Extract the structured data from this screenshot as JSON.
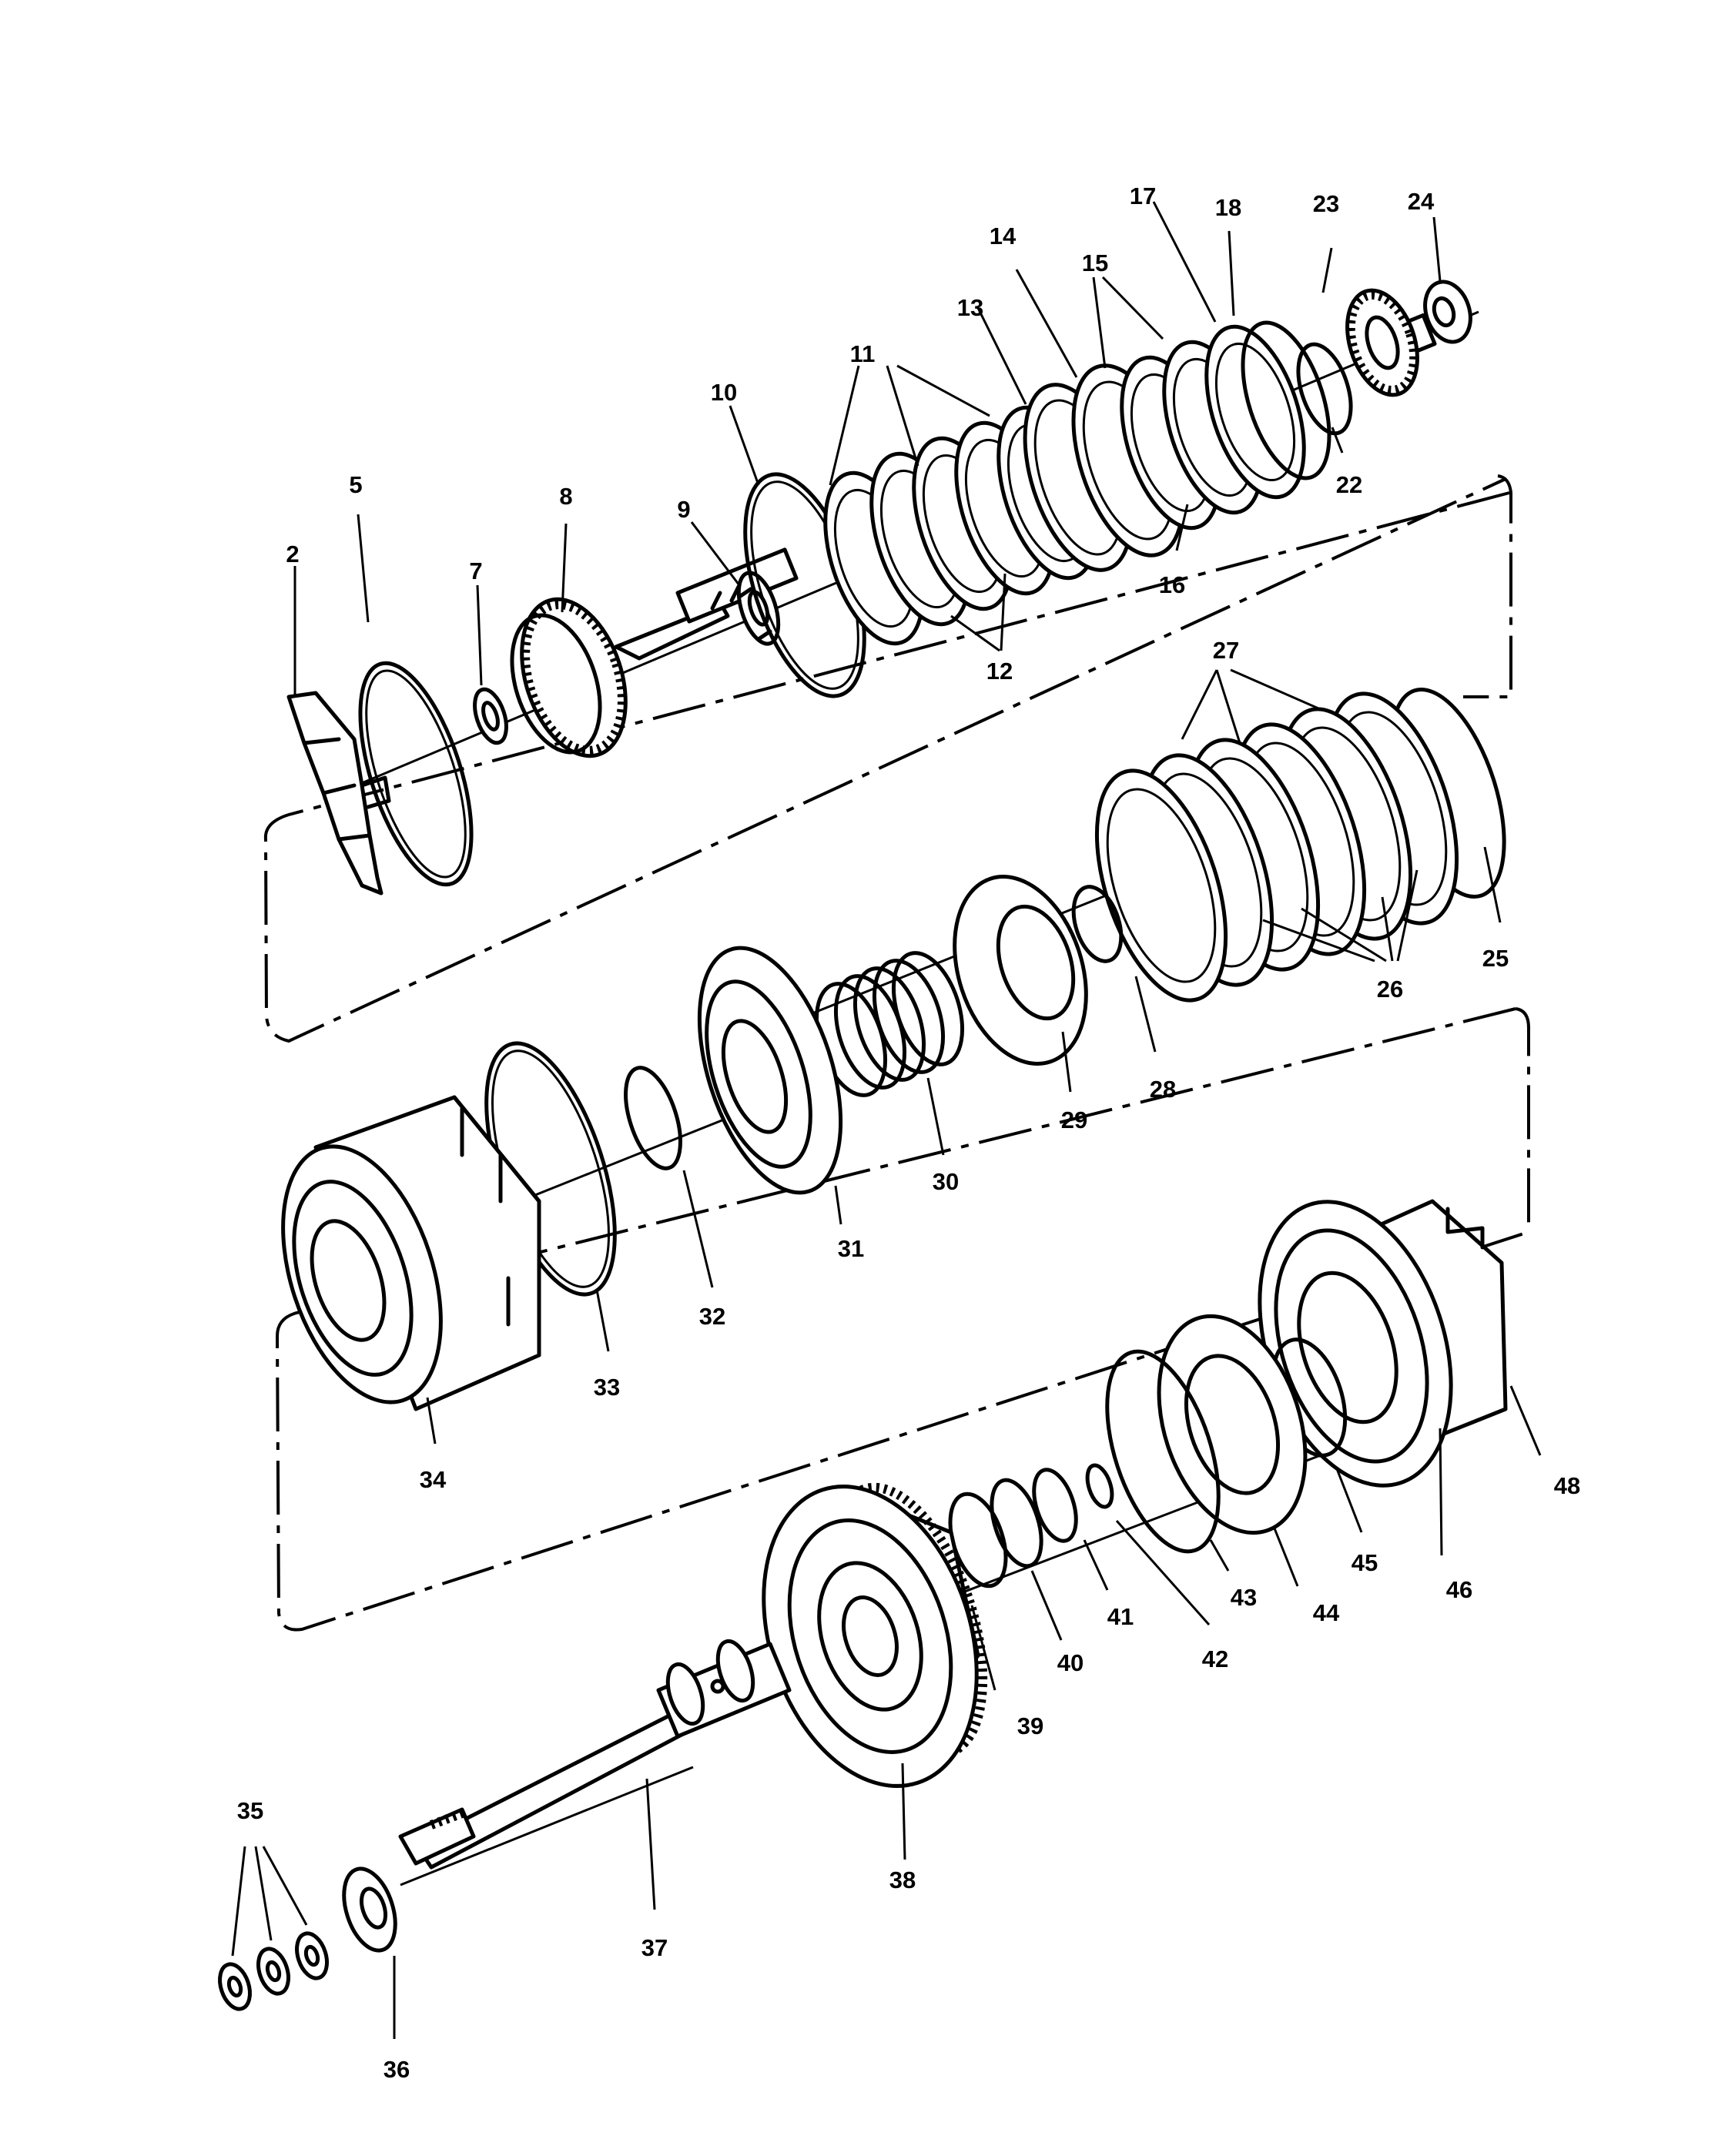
{
  "diagram": {
    "type": "exploded-parts-view",
    "colors": {
      "line": "#000000",
      "background": "#ffffff"
    },
    "callouts": [
      "2",
      "5",
      "7",
      "8",
      "9",
      "10",
      "11",
      "12",
      "13",
      "14",
      "15",
      "16",
      "17",
      "18",
      "22",
      "23",
      "24",
      "25",
      "26",
      "27",
      "28",
      "29",
      "30",
      "31",
      "32",
      "33",
      "34",
      "35",
      "36",
      "37",
      "38",
      "39",
      "40",
      "41",
      "42",
      "43",
      "44",
      "45",
      "46",
      "48"
    ]
  }
}
